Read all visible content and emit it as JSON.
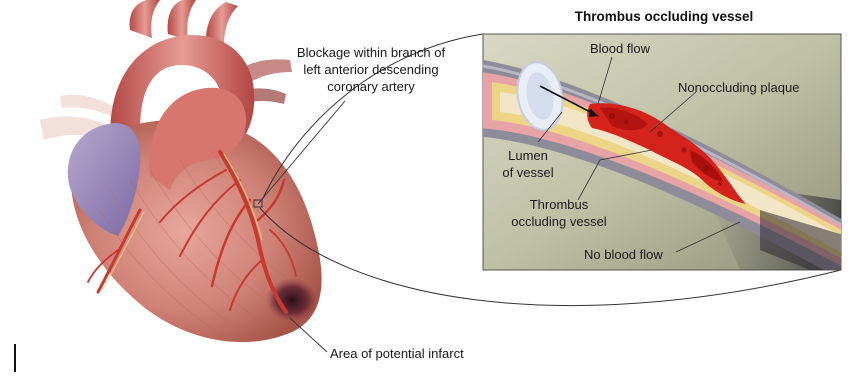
{
  "inset": {
    "title": "Thrombus occluding vessel",
    "labels": {
      "blood_flow": "Blood flow",
      "nonoccluding_plaque": "Nonoccluding plaque",
      "lumen_line1": "Lumen",
      "lumen_line2": "of vessel",
      "thrombus_line1": "Thrombus",
      "thrombus_line2": "occluding vessel",
      "no_blood_flow": "No blood flow"
    }
  },
  "heart": {
    "blockage_line1": "Blockage within branch of",
    "blockage_line2": "left anterior descending",
    "blockage_line3": "coronary artery",
    "infarct_label": "Area of potential infarct"
  },
  "colors": {
    "heart_muscle": "#c9776e",
    "artery": "#c8392f",
    "plaque": "#e9d48a",
    "thrombus": "#d4231c",
    "inset_bg": "#b9bba0"
  }
}
